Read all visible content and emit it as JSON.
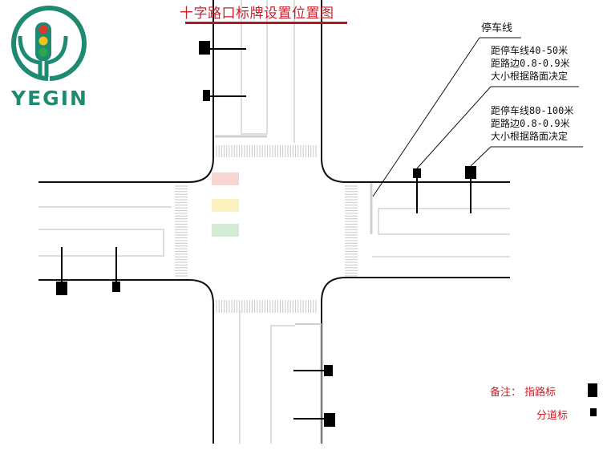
{
  "title": "十字路口标牌设置位置图",
  "brand": {
    "name": "YEGIN",
    "color": "#1f8a72",
    "light_colors": [
      "#d63a2f",
      "#f2c21b",
      "#2aa84a"
    ]
  },
  "labels": {
    "stop_line": "停车线",
    "sign_a": [
      "距停车线40-50米",
      "距路边0.8-0.9米",
      "大小根据路面决定"
    ],
    "sign_b": [
      "距停车线80-100米",
      "距路边0.8-0.9米",
      "大小根据路面决定"
    ]
  },
  "legend": {
    "note": "备注：  指路标",
    "lane_sign": "分道标"
  },
  "signal_colors": [
    "#f6d5d3",
    "#f9f1c0",
    "#d3ead5"
  ],
  "accent": "#cc1f2a"
}
